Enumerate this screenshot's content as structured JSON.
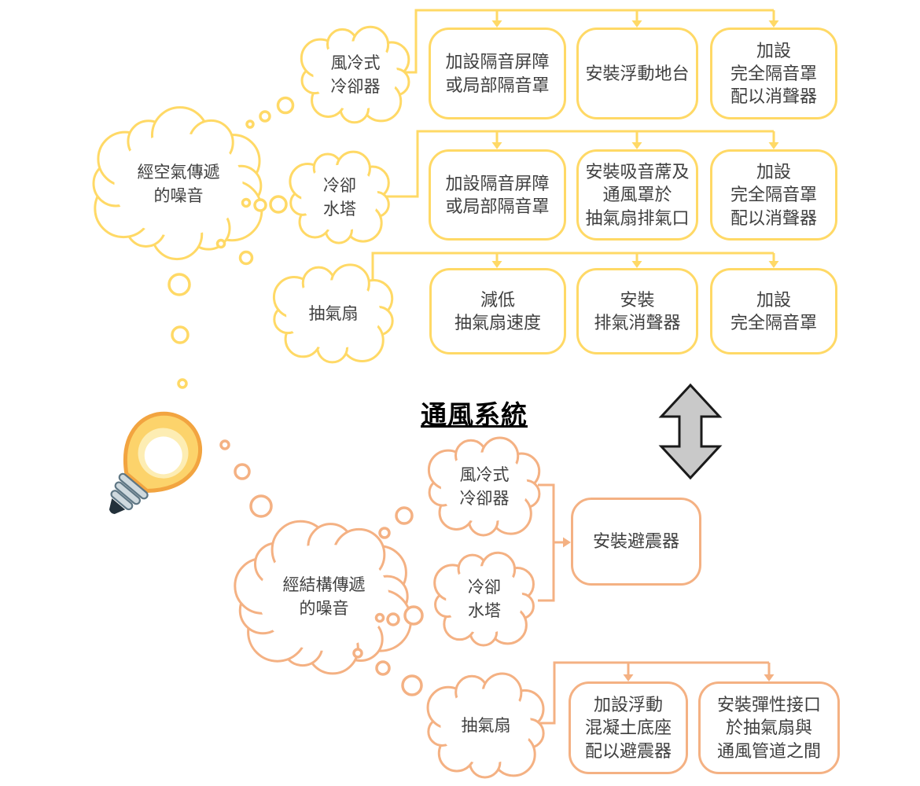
{
  "title": "通風系統",
  "colors": {
    "airborne_accent": "#FFD966",
    "structure_accent": "#F4B183",
    "text": "#3F3F3F",
    "title_text": "#000000",
    "double_arrow_fill": "#C9C9C9",
    "double_arrow_outline": "#1A1A1A",
    "bulb_glass_fill": "#FCD36B",
    "bulb_glass_outline": "#F2A440",
    "bulb_base_fill": "#CFD9DE",
    "bulb_base_outline": "#5E7684"
  },
  "icons": {
    "lightbulb": "lightbulb-icon",
    "double_arrow": "up-down-double-arrow-icon"
  },
  "airborne": {
    "source": "經空氣傳遞\n的噪音",
    "branches": [
      {
        "equipment": "風冷式\n冷卻器",
        "measures": [
          "加設隔音屏障\n或局部隔音罩",
          "安裝浮動地台",
          "加設\n完全隔音罩\n配以消聲器"
        ]
      },
      {
        "equipment": "冷卻\n水塔",
        "measures": [
          "加設隔音屏障\n或局部隔音罩",
          "安裝吸音蓆及\n通風罩於\n抽氣扇排氣口",
          "加設\n完全隔音罩\n配以消聲器"
        ]
      },
      {
        "equipment": "抽氣扇",
        "measures": [
          "減低\n抽氣扇速度",
          "安裝\n排氣消聲器",
          "加設\n完全隔音罩"
        ]
      }
    ]
  },
  "structure_borne": {
    "source": "經結構傳遞\n的噪音",
    "equipment": [
      "風冷式\n冷卻器",
      "冷卻\n水塔",
      "抽氣扇"
    ],
    "shared_measure": "安裝避震器",
    "exhaust_fan_measures": [
      "加設浮動\n混凝土底座\n配以避震器",
      "安裝彈性接口\n於抽氣扇與\n通風管道之間"
    ]
  }
}
